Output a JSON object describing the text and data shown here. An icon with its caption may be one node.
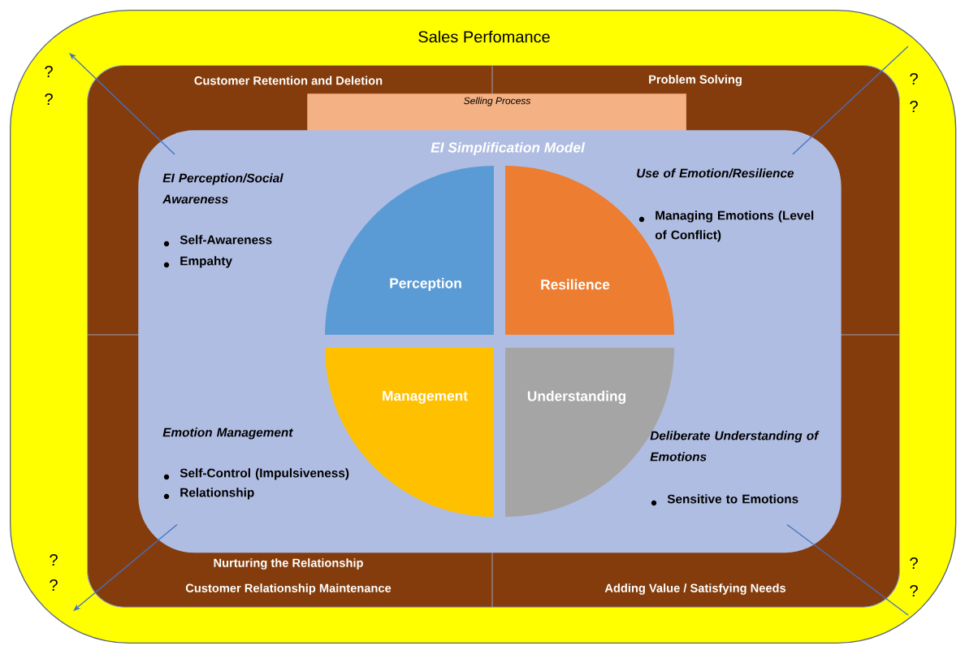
{
  "diagram": {
    "nodes": [
      {
        "text": [
          "Sales Perfomance"
        ]
      },
      {
        "text": [],
        "shape": "box",
        "in": 0
      },
      {
        "text": [
          "Selling Process"
        ],
        "in": 1
      },
      {
        "text": [
          "EI Simplification Model"
        ],
        "in": 1
      },
      {
        "text": [
          "Perception"
        ],
        "in": 3
      },
      {
        "text": [
          "Resilience"
        ],
        "in": 3
      },
      {
        "text": [
          "Management"
        ],
        "in": 3
      },
      {
        "text": [
          "Understanding"
        ],
        "in": 3
      }
    ],
    "edges": [
      {
        "from": 3,
        "to": null,
        "arrow": "to"
      },
      {
        "from": 3,
        "to": null,
        "arrow": "none"
      },
      {
        "from": 3,
        "to": null,
        "arrow": "to"
      },
      {
        "from": 3,
        "to": null,
        "arrow": "none"
      }
    ],
    "labels": [
      "?",
      "?",
      "Customer Retention and Deletion",
      "Problem Solving",
      "?",
      "?",
      "EI Perception/Social Awareness",
      "Self-Awareness",
      "Empahty",
      "Use of Emotion/Resilience",
      "Managing Emotions (Level of Conflict)",
      "Emotion Management",
      "Self-Control (Impulsiveness)",
      "Relationship",
      "Deliberate Understanding of Emotions",
      "Sensitive to Emotions",
      "?",
      "?",
      "Nurturing the Relationship",
      "Customer Relationship Maintenance",
      "Adding Value / Satisfying Needs",
      "?",
      "?"
    ]
  }
}
